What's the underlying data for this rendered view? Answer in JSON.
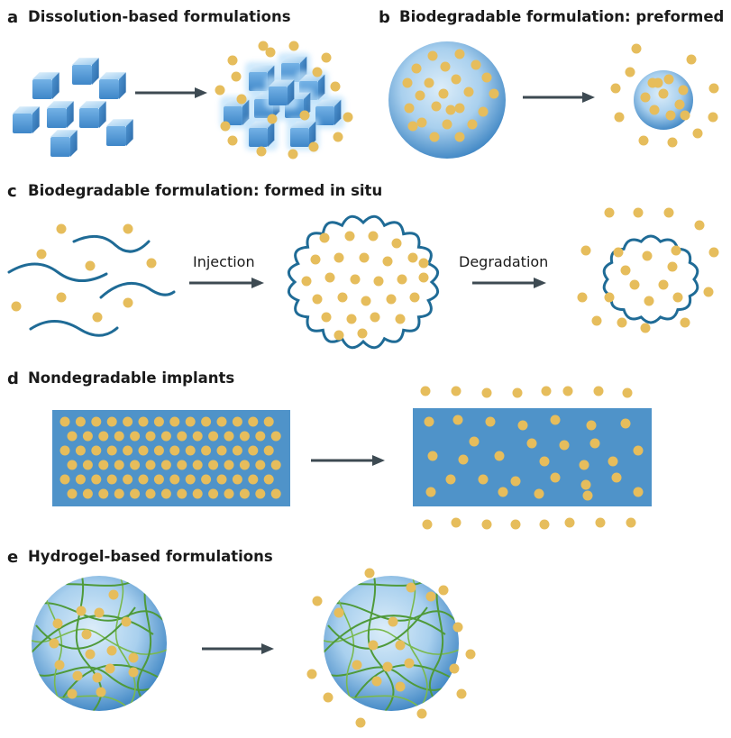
{
  "panels": {
    "a": {
      "letter": "a",
      "title": "Dissolution-based formulations"
    },
    "b": {
      "letter": "b",
      "title": "Biodegradable formulation: preformed"
    },
    "c": {
      "letter": "c",
      "title": "Biodegradable formulation: formed in situ",
      "arrow1_label": "Injection",
      "arrow2_label": "Degradation"
    },
    "d": {
      "letter": "d",
      "title": "Nondegradable implants"
    },
    "e": {
      "letter": "e",
      "title": "Hydrogel-based formulations"
    }
  },
  "colors": {
    "drug_particle": "#e6bd5c",
    "polymer": "#1f6b96",
    "implant": "#4f93c9",
    "hydrogel_fiber": "#4f9a3a",
    "arrow": "#3d4a52",
    "sphere_light": "#d9ecf8",
    "sphere_dark": "#3f86c4"
  }
}
